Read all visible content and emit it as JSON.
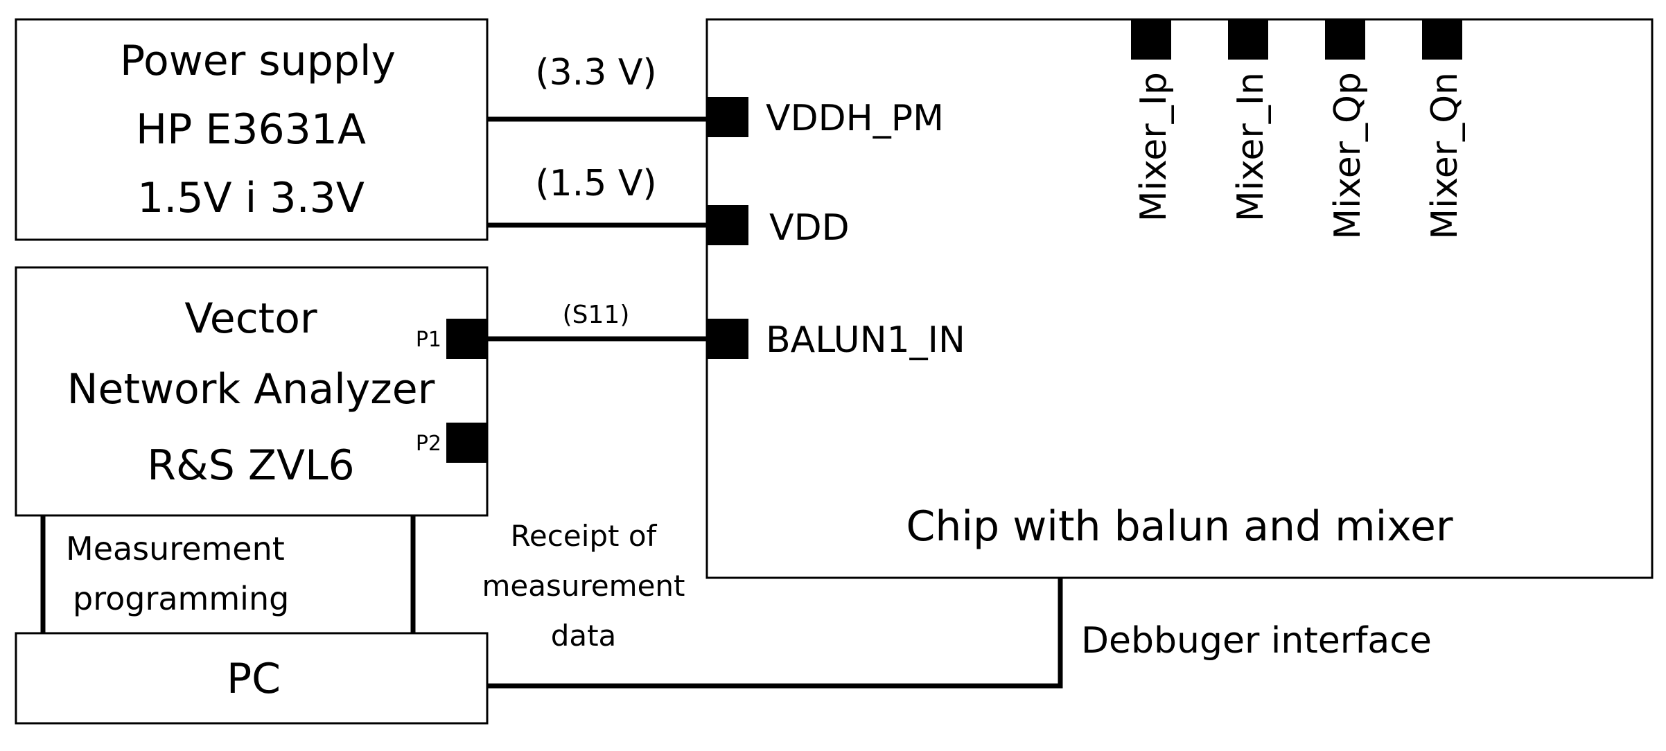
{
  "power_supply": {
    "line1": "Power supply",
    "line2": "HP  E3631A",
    "line3": "1.5V i 3.3V"
  },
  "vna": {
    "line1": "Vector",
    "line2": "Network Analyzer",
    "line3": "R&S ZVL6",
    "port1": "P1",
    "port2": "P2"
  },
  "pc": {
    "label": "PC"
  },
  "chip": {
    "label": "Chip with balun and mixer",
    "pins": {
      "vddh": "VDDH_PM",
      "vdd": "VDD",
      "balun": "BALUN1_IN"
    },
    "mixer_pins": [
      "Mixer_Ip",
      "Mixer_In",
      "Mixer_Qp",
      "Mixer_Qn"
    ]
  },
  "connections": {
    "v33": "(3.3 V)",
    "v15": "(1.5 V)",
    "s11": "(S11)",
    "measurement_programming": [
      "Measurement",
      "programming"
    ],
    "receipt": [
      "Receipt of",
      "measurement",
      "data"
    ],
    "debugger": "Debbuger interface"
  },
  "colors": {
    "line": "#000000",
    "background": "#ffffff"
  }
}
